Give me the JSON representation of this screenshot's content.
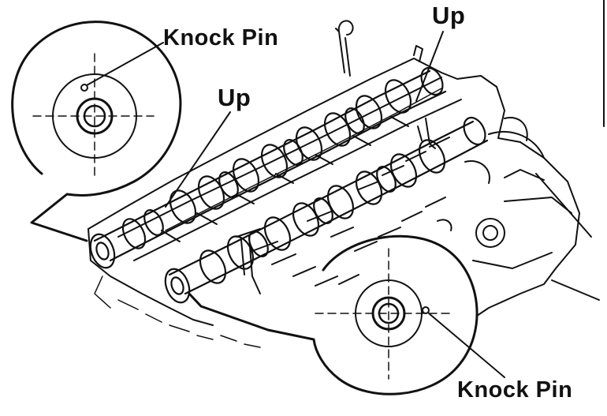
{
  "labels": {
    "knock_pin_top": "Knock Pin",
    "up_right": "Up",
    "up_left": "Up",
    "knock_pin_bottom": "Knock Pin"
  },
  "colors": {
    "ink": "#111111",
    "background": "#ffffff"
  }
}
